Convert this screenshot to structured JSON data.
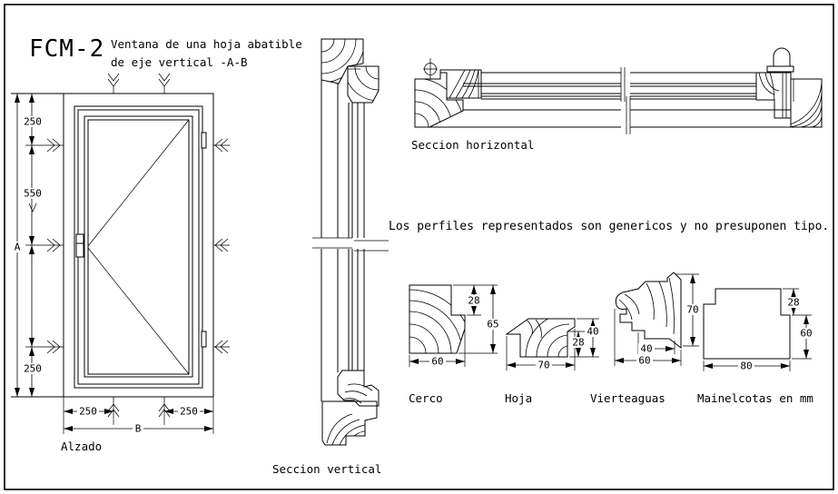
{
  "title": {
    "code": "FCM-2",
    "line1": "Ventana de una hoja abatible",
    "line2": "de eje vertical -A-B"
  },
  "note": "Los perfiles representados son genericos y no presuponen tipo.",
  "views": {
    "alzado": {
      "label": "Alzado",
      "dim_top": "250",
      "dim_middle": "550",
      "dim_bottom": "250",
      "dim_height_ref": "A",
      "dim_width_ref": "B",
      "dim_bottom_left": "250",
      "dim_bottom_right": "250"
    },
    "seccion_vertical": {
      "label": "Seccion vertical"
    },
    "seccion_horizontal": {
      "label": "Seccion horizontal"
    }
  },
  "profiles": {
    "units_note": "cotas en mm",
    "cerco": {
      "name": "Cerco",
      "dim_notch": "28",
      "dim_height": "65",
      "dim_width": "60"
    },
    "hoja": {
      "name": "Hoja",
      "dim_notch": "28",
      "dim_height": "40",
      "dim_width": "70"
    },
    "vierteaguas": {
      "name": "Vierteaguas",
      "dim_height": "70",
      "dim_inner_width": "40",
      "dim_width": "60"
    },
    "mainel": {
      "name": "Mainel",
      "dim_notch": "28",
      "dim_height": "60",
      "dim_width": "80"
    }
  },
  "colors": {
    "ink": "#000000",
    "paper": "#ffffff"
  }
}
